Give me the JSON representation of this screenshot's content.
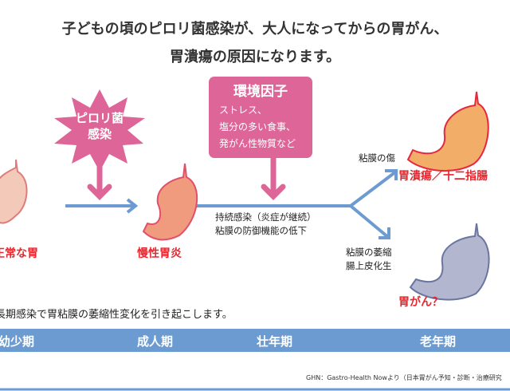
{
  "title": {
    "line1": "子どもの頃のピロリ菌感染が、大人になってからの胃がん、",
    "line2": "胃潰瘍の原因になります。"
  },
  "burst": {
    "line1": "ピロリ菌",
    "line2": "感染"
  },
  "env_box": {
    "heading": "環境因子",
    "line1": "ストレス、",
    "line2": "塩分の多い食事、",
    "line3": "発がん性物質など"
  },
  "labels": {
    "normal": "正常な胃",
    "gastritis": "慢性胃炎",
    "continuous1": "持続感染（炎症が継続）",
    "continuous2": "粘膜の防御機能の低下",
    "wound": "粘膜の傷",
    "ulcer": "胃潰瘍／十二指腸",
    "atrophy1": "粘膜の萎縮",
    "atrophy2": "腸上皮化生",
    "cancer": "胃がん？"
  },
  "note": "長期感染で胃粘膜の萎縮性変化を引き起こします。",
  "stages": [
    "幼少期",
    "成人期",
    "壮年期",
    "老年期"
  ],
  "source": "GHN：Gastro-Health Nowより（日本胃がん予知・診断・治療研究",
  "colors": {
    "pink": "#dd6598",
    "blue": "#6b9bd1",
    "red": "#e8262e"
  }
}
